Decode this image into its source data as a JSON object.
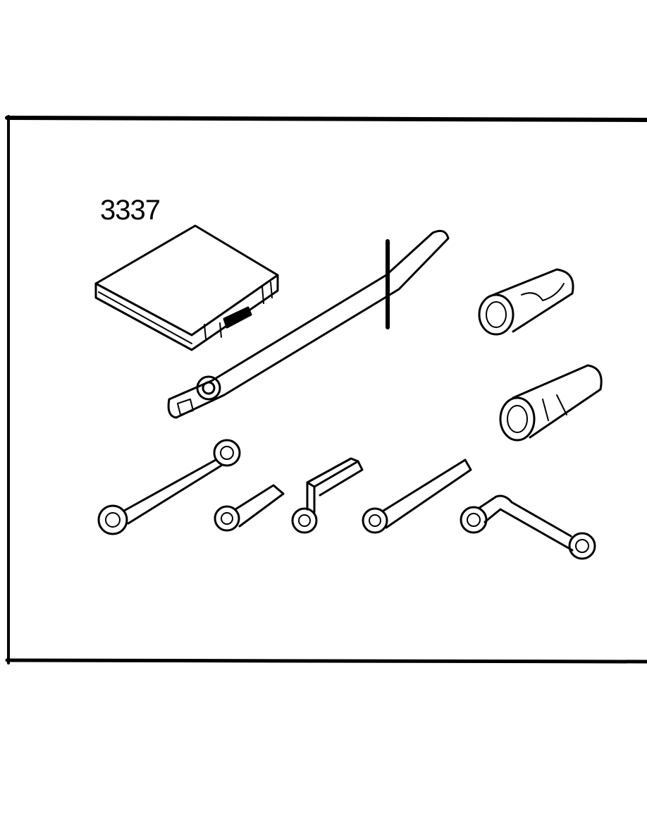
{
  "figure": {
    "label": "3337",
    "items": [
      "tool-case",
      "long-wrench-bar",
      "socket-short",
      "socket-long",
      "ring-spanner",
      "short-ring-spanner",
      "offset-plate-spanner",
      "flat-ring-spanner",
      "bent-ring-spanner"
    ]
  },
  "colors": {
    "line": "#000000",
    "background": "#ffffff"
  }
}
